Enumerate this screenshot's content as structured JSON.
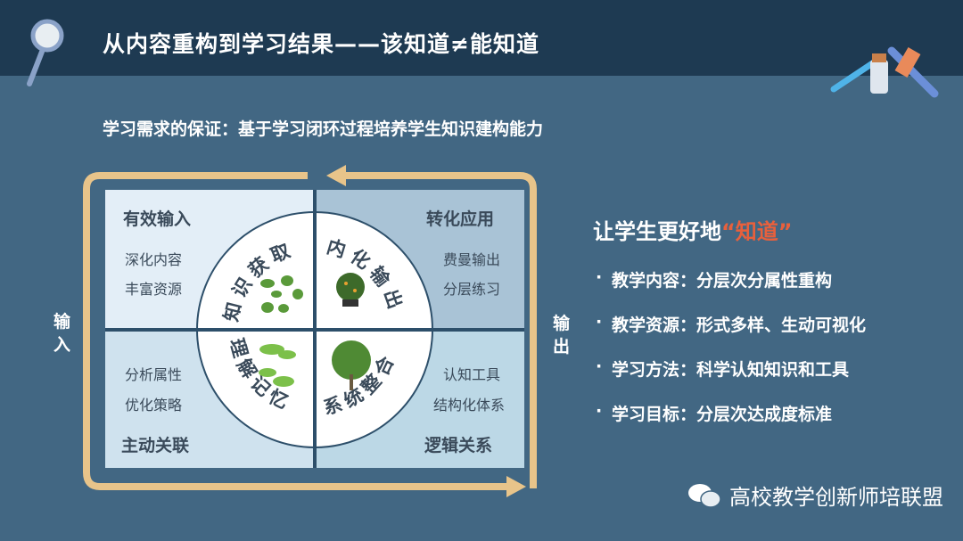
{
  "header": {
    "title": "从内容重构到学习结果——该知道≠能知道"
  },
  "subtitle": "学习需求的保证：基于学习闭环过程培养学生知识建构能力",
  "diagram": {
    "input_label": "输入",
    "output_label": "输出",
    "quadrants": [
      {
        "title": "有效输入",
        "items": [
          "深化内容",
          "丰富资源"
        ],
        "circle_label": "知识获取"
      },
      {
        "title": "转化应用",
        "items": [
          "费曼输出",
          "分层练习"
        ],
        "circle_label": "内化输出"
      },
      {
        "title": "主动关联",
        "items": [
          "分析属性",
          "优化策略"
        ],
        "circle_label": "理解记忆"
      },
      {
        "title": "逻辑关系",
        "items": [
          "认知工具",
          "结构化体系"
        ],
        "circle_label": "系统整合"
      }
    ]
  },
  "side": {
    "title_prefix": "让学生更好地",
    "title_highlight": "“知道”",
    "bullets": [
      "教学内容：分层次分属性重构",
      "教学资源：形式多样、生动可视化",
      "学习方法：科学认知知识和工具",
      "学习目标：分层次达成度标准"
    ]
  },
  "watermark": "高校教学创新师培联盟",
  "colors": {
    "header": "#1e3a52",
    "background": "#426783",
    "arrow": "#e8c48a",
    "highlight": "#e8603c"
  }
}
